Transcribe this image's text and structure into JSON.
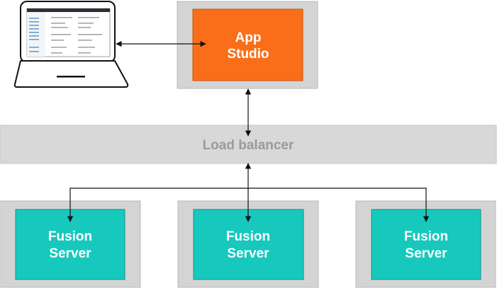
{
  "app_studio": {
    "line1": "App",
    "line2": "Studio",
    "fill": "#fa6e19",
    "frame": "#d4d4d4"
  },
  "load_balancer": {
    "label": "Load balancer",
    "fill": "#d8d8d8",
    "text_color": "#9a9a9a"
  },
  "fusion_servers": [
    {
      "line1": "Fusion",
      "line2": "Server"
    },
    {
      "line1": "Fusion",
      "line2": "Server"
    },
    {
      "line1": "Fusion",
      "line2": "Server"
    }
  ],
  "colors": {
    "fusion_fill": "#17c8bd",
    "frame": "#d4d4d4",
    "arrow": "#111111"
  }
}
